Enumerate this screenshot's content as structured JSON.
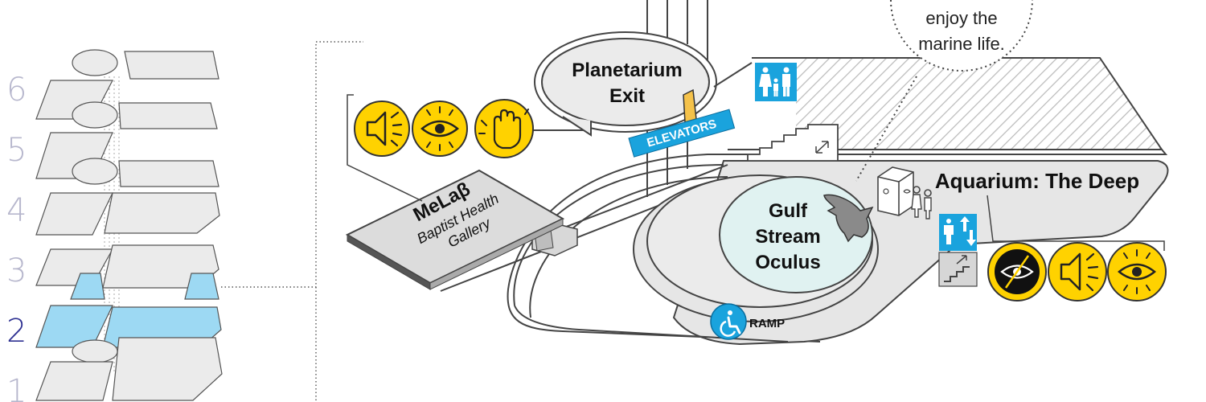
{
  "floor_selector": {
    "floors": [
      "6",
      "5",
      "4",
      "3",
      "2",
      "1"
    ],
    "current": "2"
  },
  "labels": {
    "planetarium_exit": [
      "Planetarium",
      "Exit"
    ],
    "elevators": "ELEVATORS",
    "melab_title": "MeLaβ",
    "melab_subtitle": [
      "Baptist Health",
      "Gallery"
    ],
    "aquarium": "Aquarium: The Deep",
    "gulf_stream": [
      "Gulf",
      "Stream",
      "Oculus"
    ],
    "ramp": "RAMP",
    "callout": [
      "enjoy the",
      "marine life."
    ]
  },
  "colors": {
    "accent_yellow": "#ffd200",
    "accent_blue": "#1aa3dd",
    "floor_highlight": "#9dd9f3",
    "floor_text_current": "#2e3192",
    "floor_text_other": "#b7b7cd",
    "oculus_fill": "#e0f2f1",
    "floor_fill": "#e6e6e6"
  },
  "icons": {
    "melab": [
      "speaker-icon",
      "eye-icon",
      "hand-icon"
    ],
    "aquarium": [
      "eye-crossed-icon",
      "speaker-icon",
      "eye-icon"
    ],
    "amenities": [
      "restroom-icon",
      "elevator-icon",
      "stairs-icon",
      "accessibility-icon"
    ]
  }
}
